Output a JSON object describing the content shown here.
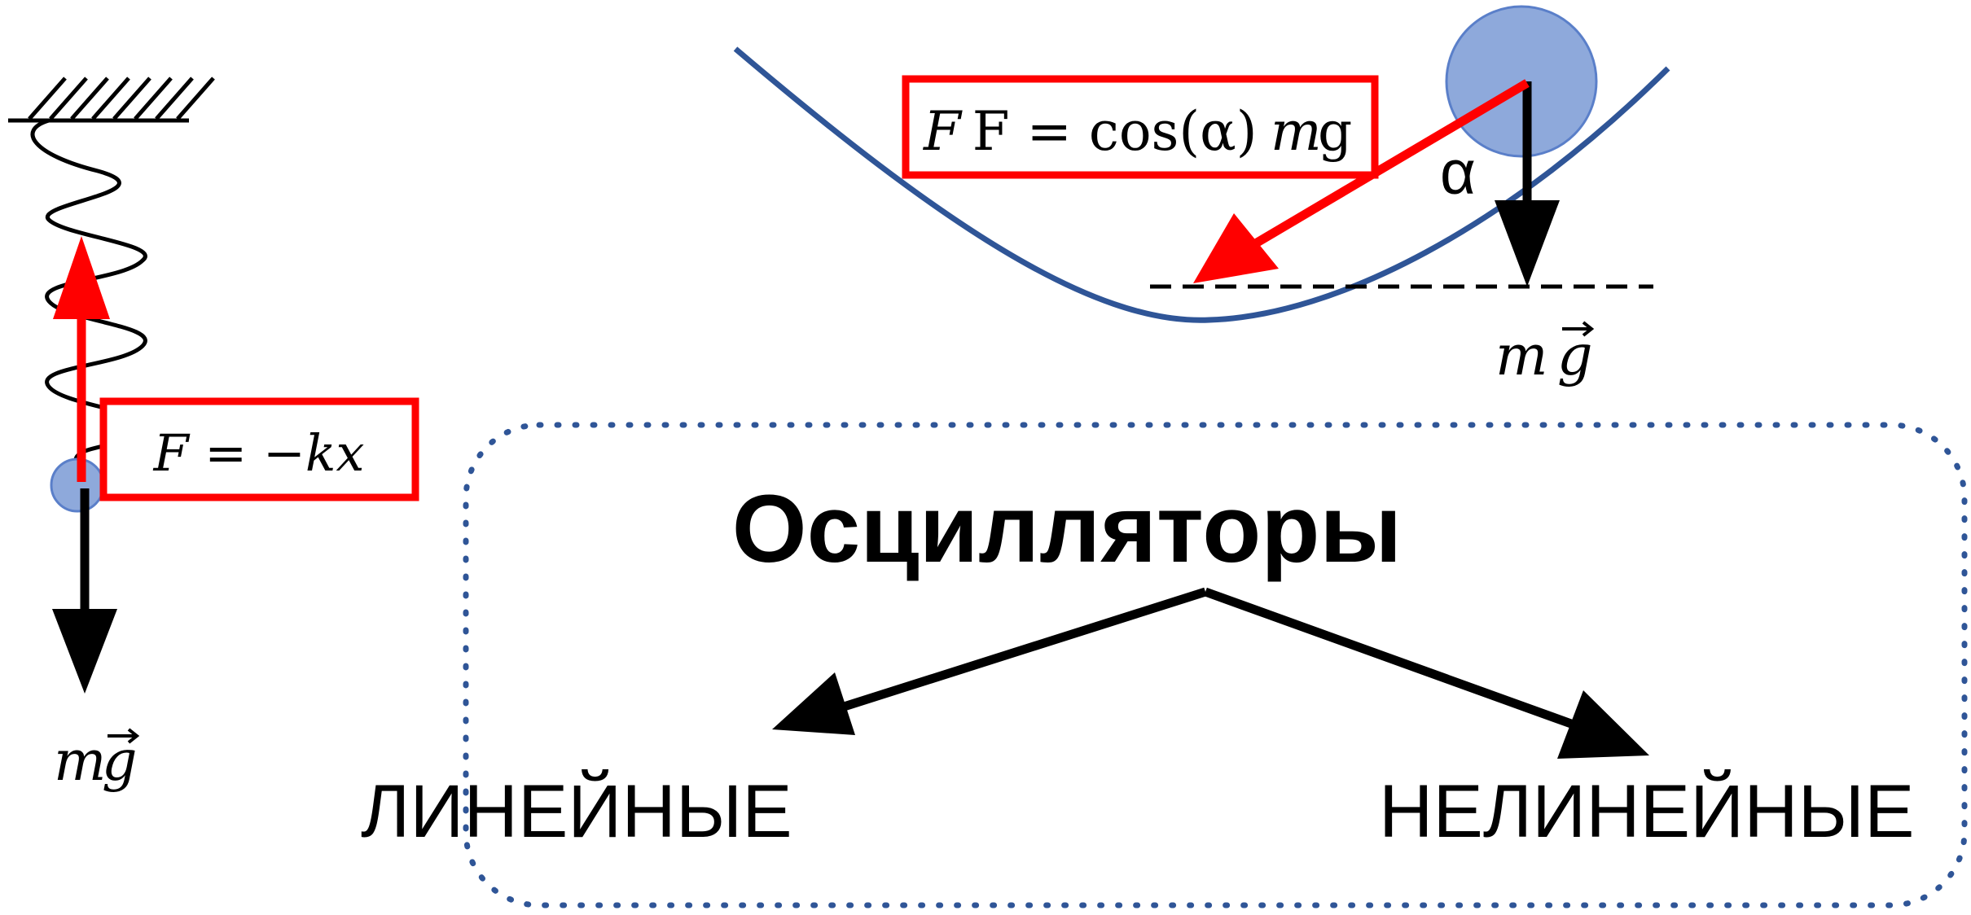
{
  "spring_oscillator": {
    "force_formula": "F = −kx",
    "gravity_label": "m",
    "gravity_vector_symbol": "g"
  },
  "pendulum_oscillator": {
    "force_formula_prefix": "F = cos(α)",
    "force_formula_suffix": "m",
    "force_formula_g": "g",
    "angle_label": "α",
    "gravity_label": "m",
    "gravity_vector_symbol": "g"
  },
  "classification": {
    "title": "Осцилляторы",
    "left_branch": "ЛИНЕЙНЫЕ",
    "right_branch": "НЕЛИНЕЙНЫЕ"
  },
  "colors": {
    "force_red": "#ff0000",
    "ball_blue": "#8ea9db",
    "ball_edge": "#5a7fc9",
    "curve_blue": "#2f5597",
    "dotted_border": "#2f5597",
    "black": "#000000"
  }
}
